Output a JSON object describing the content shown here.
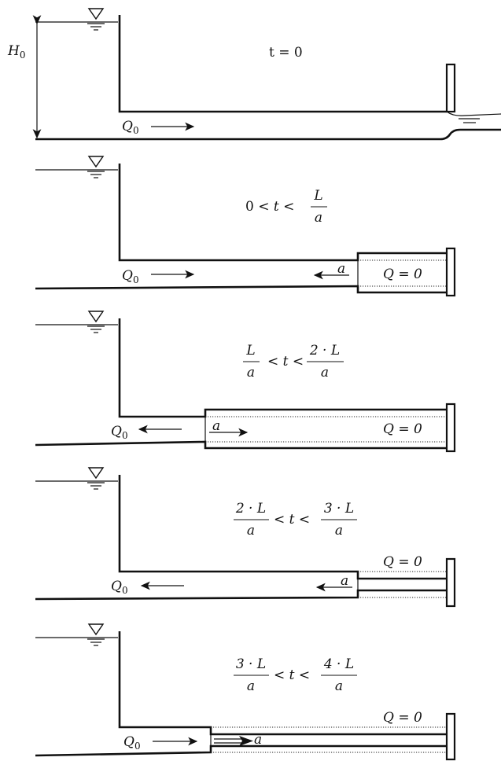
{
  "head_label": {
    "main": "H",
    "sub": "0"
  },
  "flow_label": {
    "main": "Q",
    "sub": "0"
  },
  "wave_speed_label": "a",
  "zero_flow_label": "Q = 0",
  "panels": [
    {
      "time_interval": {
        "plain": "t = 0"
      },
      "flow_direction": "right",
      "wave": null,
      "shows_zero_flow": false
    },
    {
      "time_interval": {
        "left": "0 <",
        "middle": "t <",
        "right_num": "L",
        "right_den": "a"
      },
      "flow_direction": "right",
      "wave": "left",
      "shows_zero_flow": true
    },
    {
      "time_interval": {
        "left_num": "L",
        "left_den": "a",
        "middle": "< t <",
        "right_num": "2 · L",
        "right_den": "a"
      },
      "flow_direction": "left",
      "wave": "right",
      "shows_zero_flow": true
    },
    {
      "time_interval": {
        "left_num": "2 · L",
        "left_den": "a",
        "middle": "< t <",
        "right_num": "3 · L",
        "right_den": "a"
      },
      "flow_direction": "left",
      "wave": "left",
      "shows_zero_flow": true
    },
    {
      "time_interval": {
        "left_num": "3 · L",
        "left_den": "a",
        "middle": "< t <",
        "right_num": "4 · L",
        "right_den": "a"
      },
      "flow_direction": "right",
      "wave": "right",
      "shows_zero_flow": true
    }
  ]
}
